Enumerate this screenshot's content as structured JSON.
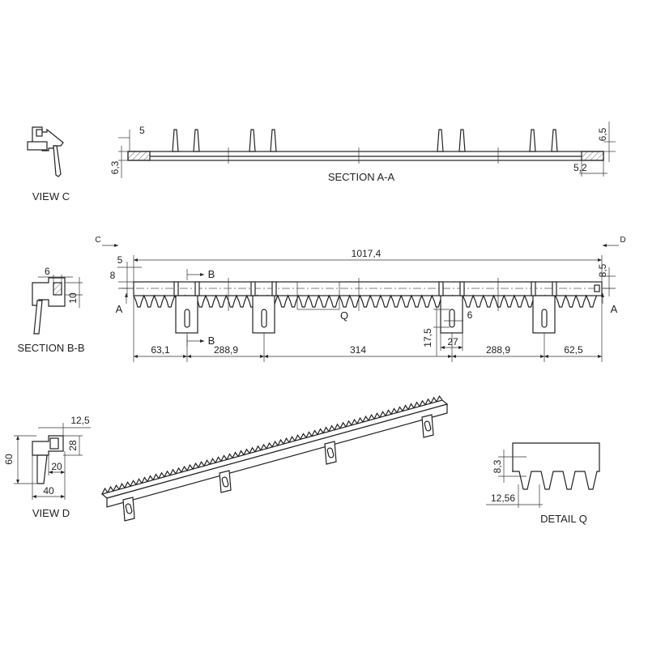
{
  "colors": {
    "line": "#222222",
    "background": "#ffffff"
  },
  "views": {
    "view_c": {
      "label": "VIEW C"
    },
    "section_aa": {
      "label": "SECTION A-A",
      "dims": {
        "top_offset": "5",
        "left_height": "6,3",
        "right_height": "6,5",
        "right_offset": "5,2"
      }
    },
    "section_bb": {
      "label": "SECTION B-B",
      "dims": {
        "width": "6",
        "height": "10"
      }
    },
    "main": {
      "total_length": "1017,4",
      "left_offset": "5",
      "left_height": "8",
      "right_height": "8,5",
      "spacings": [
        "63,1",
        "288,9",
        "314",
        "288,9",
        "62,5"
      ],
      "slot_height": "17,5",
      "slot_width": "6",
      "bracket_width": "27",
      "marker_a_left": "A",
      "marker_a_right": "A",
      "marker_b_top": "B",
      "marker_b_bottom": "B",
      "marker_c": "C",
      "marker_d": "D",
      "marker_q": "Q"
    },
    "view_d": {
      "label": "VIEW D",
      "dims": {
        "top": "12,5",
        "height_right": "28",
        "total_height": "60",
        "inner_width": "20",
        "width": "40"
      }
    },
    "detail_q": {
      "label": "DETAIL Q",
      "dims": {
        "tooth_height": "8,3",
        "pitch": "12,56"
      }
    }
  }
}
